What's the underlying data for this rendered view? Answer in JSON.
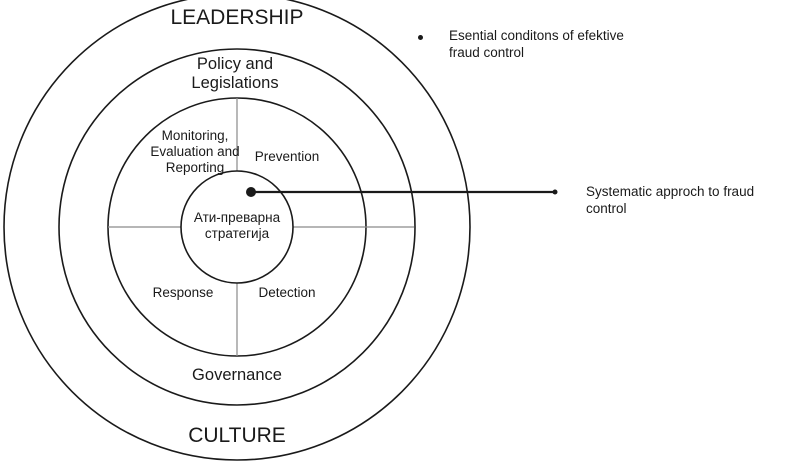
{
  "diagram": {
    "rings": {
      "outer": "LEADERSHIP",
      "outer_bottom": "CULTURE",
      "second_top": "Policy and\nLegislations",
      "second_bottom": "Governance"
    },
    "quadrants": {
      "top_left": "Monitoring,\nEvaluation and\nReporting",
      "top_right": "Prevention",
      "bottom_left": "Response",
      "bottom_right": "Detection"
    },
    "center": "Ати-преварна\nстратегија",
    "legend": {
      "bullet_note": "Esential conditons of efektive\nfraud control",
      "pointer_note": "Systematic approch to fraud\ncontrol"
    },
    "colors": {
      "stroke": "#1a1a1a",
      "divider": "#8a8a8a",
      "background": "#ffffff"
    }
  }
}
